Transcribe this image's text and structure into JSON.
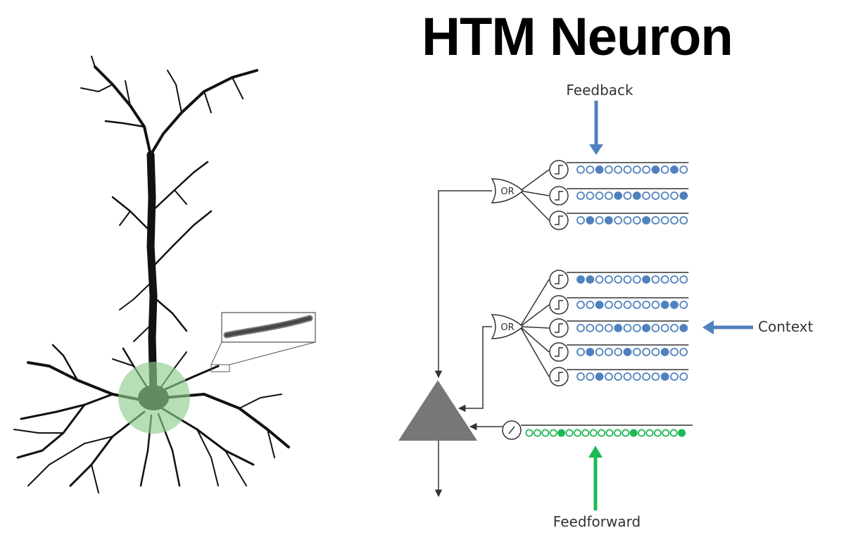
{
  "title": "HTM Neuron",
  "labels": {
    "feedback": "Feedback",
    "context": "Context",
    "feedforward": "Feedforward",
    "or_gate": "OR"
  },
  "colors": {
    "feedback": "#4f81bd",
    "context": "#4f81bd",
    "feedforward": "#1db954",
    "soma": "#777777",
    "soma_highlight": "#8fce8f",
    "line": "#333333",
    "neuron": "#111111"
  },
  "icons": {
    "threshold": "step-function-icon",
    "linear": "slash-icon"
  },
  "segments": {
    "feedback": [
      [
        0,
        0,
        1,
        0,
        0,
        0,
        0,
        0,
        1,
        0,
        1,
        0
      ],
      [
        0,
        0,
        0,
        0,
        1,
        0,
        1,
        0,
        0,
        0,
        0,
        1
      ],
      [
        0,
        1,
        0,
        1,
        0,
        0,
        0,
        1,
        0,
        0,
        0,
        0
      ]
    ],
    "context": [
      [
        1,
        1,
        0,
        0,
        0,
        0,
        0,
        1,
        0,
        0,
        0,
        0
      ],
      [
        0,
        0,
        1,
        0,
        0,
        0,
        0,
        0,
        0,
        1,
        1,
        0
      ],
      [
        0,
        0,
        0,
        0,
        1,
        0,
        0,
        1,
        0,
        0,
        0,
        1
      ],
      [
        0,
        1,
        0,
        0,
        0,
        1,
        0,
        0,
        0,
        1,
        0,
        0
      ],
      [
        0,
        0,
        1,
        0,
        0,
        0,
        0,
        0,
        0,
        1,
        0,
        0
      ]
    ],
    "feedforward": [
      0,
      0,
      0,
      0,
      1,
      0,
      0,
      0,
      0,
      0,
      0,
      0,
      0,
      1,
      0,
      0,
      0,
      0,
      0,
      1
    ]
  }
}
